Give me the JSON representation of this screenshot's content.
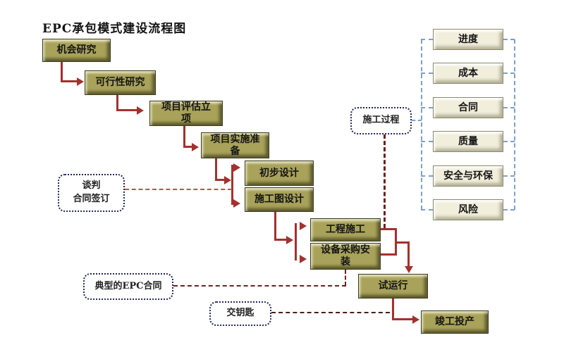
{
  "title": "EPC承包模式建设流程图",
  "flow": [
    {
      "label": "机会研究"
    },
    {
      "label": "可行性研究"
    },
    {
      "label": "项目评估立项"
    },
    {
      "label": "项目实施准备"
    },
    {
      "label": "初步设计"
    },
    {
      "label": "施工图设计"
    },
    {
      "label": "工程施工"
    },
    {
      "label": "设备采购安装"
    },
    {
      "label": "试运行"
    },
    {
      "label": "竣工投产"
    }
  ],
  "callouts": {
    "negotiation": {
      "label": "谈判\n合同签订"
    },
    "construction_process": {
      "label": "施工过程"
    },
    "epc_contract": {
      "label": "典型的EPC合同"
    },
    "turnkey": {
      "label": "交钥匙"
    }
  },
  "controls": [
    {
      "label": "进度"
    },
    {
      "label": "成本"
    },
    {
      "label": "合同"
    },
    {
      "label": "质量"
    },
    {
      "label": "安全与环保"
    },
    {
      "label": "风险"
    }
  ],
  "colors": {
    "flow_box_face": "#a8a25a",
    "control_box_face": "#f1eedc",
    "arrow_red": "#a3312e",
    "maroon_dash": "#6b2220",
    "light_red_dash": "#c0504d",
    "dark_dash": "#4a1d1c",
    "blue_dash": "#7da0ce",
    "callout_border": "#26265e"
  }
}
